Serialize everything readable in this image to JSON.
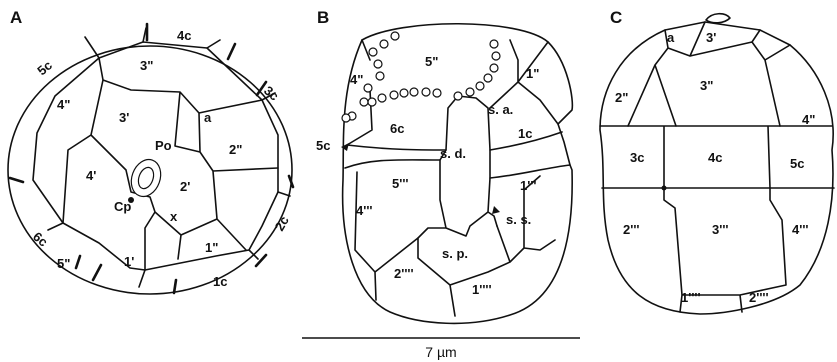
{
  "figure": {
    "panels": [
      {
        "letter": "A",
        "labels": {
          "plate_4c": "4c",
          "plate_5c": "5c",
          "plate_3c": "3c",
          "plate_3pp": "3\"",
          "plate_4pp": "4\"",
          "plate_3p": "3'",
          "plate_a": "a",
          "plate_2pp": "2\"",
          "plate_po": "Po",
          "plate_4p": "4'",
          "plate_2p": "2'",
          "plate_cp": "Cp",
          "plate_x": "x",
          "plate_2c": "2c",
          "plate_6c": "6c",
          "plate_5pp": "5\"",
          "plate_1p": "1'",
          "plate_1pp": "1\"",
          "plate_1c": "1c"
        }
      },
      {
        "letter": "B",
        "labels": {
          "plate_5pp": "5\"",
          "plate_4pp": "4\"",
          "plate_1pp": "1\"",
          "plate_sa": "s. a.",
          "plate_5c": "5c",
          "plate_6c": "6c",
          "plate_1c": "1c",
          "plate_sd": "s. d.",
          "plate_5ppp": "5'''",
          "plate_1ppp": "1'''",
          "plate_4ppp": "4'''",
          "plate_ss": "s. s.",
          "plate_sp": "s. p.",
          "plate_2pppp": "2''''",
          "plate_1pppp": "1''''"
        }
      },
      {
        "letter": "C",
        "labels": {
          "plate_a": "a",
          "plate_3p": "3'",
          "plate_3pp": "3\"",
          "plate_2pp": "2\"",
          "plate_4pp": "4\"",
          "plate_3c": "3c",
          "plate_4c": "4c",
          "plate_5c": "5c",
          "plate_2ppp": "2'''",
          "plate_3ppp": "3'''",
          "plate_4ppp": "4'''",
          "plate_1pppp": "1''''",
          "plate_2pppp": "2''''"
        }
      }
    ],
    "scale_bar": {
      "label": "7 µm"
    }
  }
}
